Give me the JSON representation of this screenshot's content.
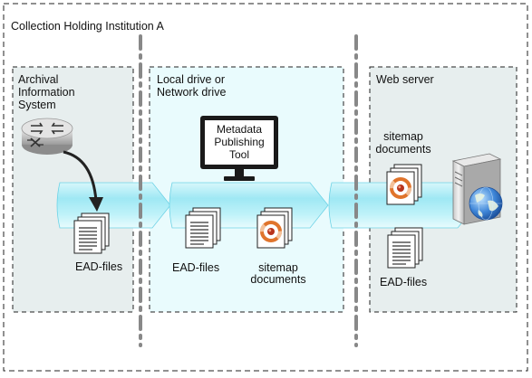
{
  "outer": {
    "title": "Collection Holding Institution A"
  },
  "zones": {
    "archival": {
      "line1": "Archival",
      "line2": "Information",
      "line3": "System"
    },
    "local": {
      "line1": "Local drive or",
      "line2": "Network drive"
    },
    "web": {
      "line1": "Web server"
    }
  },
  "tool": {
    "line1": "Metadata",
    "line2": "Publishing",
    "line3": "Tool"
  },
  "labels": {
    "ead_archival": "EAD-files",
    "ead_local": "EAD-files",
    "sitemap_local_1": "sitemap",
    "sitemap_local_2": "documents",
    "sitemap_web_1": "sitemap",
    "sitemap_web_2": "documents",
    "ead_web": "EAD-files"
  },
  "icons": [
    "router-icon",
    "monitor-icon",
    "document-stack-icon",
    "sitemap-document-icon",
    "server-icon",
    "globe-icon",
    "arrow-icon"
  ],
  "colors": {
    "zone_fill_gray": "#e7eeee",
    "zone_fill_cyan": "#e9fbfd",
    "pipe_cyan": "#aeeef8",
    "sitemap_orange": "#e0742c",
    "globe_blue": "#2f6fc4"
  }
}
